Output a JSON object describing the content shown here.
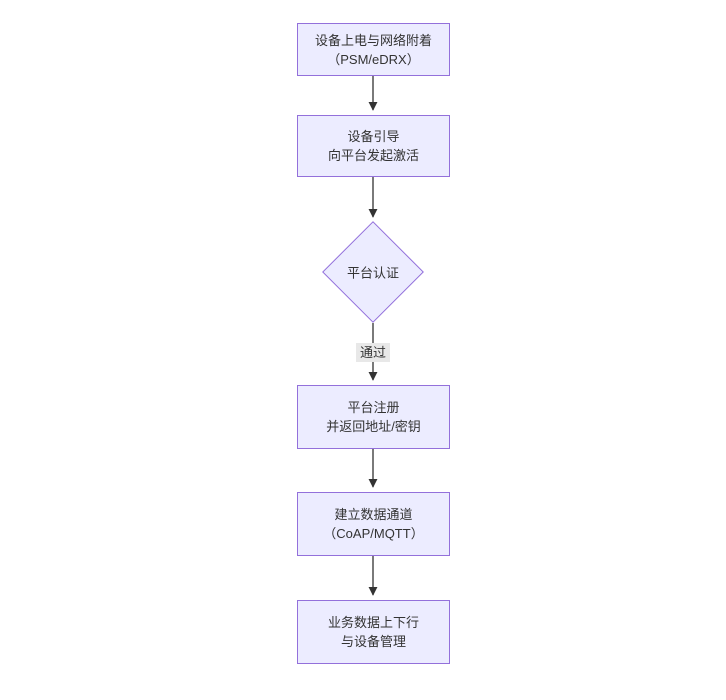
{
  "diagram": {
    "type": "flowchart",
    "direction": "top-down",
    "nodes": [
      {
        "id": "power-attach",
        "shape": "rect",
        "lines": [
          "设备上电与网络附着",
          "（PSM/eDRX）"
        ]
      },
      {
        "id": "bootstrap",
        "shape": "rect",
        "lines": [
          "设备引导",
          "向平台发起激活"
        ]
      },
      {
        "id": "platform-auth",
        "shape": "diamond",
        "lines": [
          "平台认证"
        ]
      },
      {
        "id": "platform-register",
        "shape": "rect",
        "lines": [
          "平台注册",
          "并返回地址/密钥"
        ]
      },
      {
        "id": "data-channel",
        "shape": "rect",
        "lines": [
          "建立数据通道",
          "（CoAP/MQTT）"
        ]
      },
      {
        "id": "business-data",
        "shape": "rect",
        "lines": [
          "业务数据上下行",
          "与设备管理"
        ]
      }
    ],
    "edges": [
      {
        "from": "power-attach",
        "to": "bootstrap",
        "label": ""
      },
      {
        "from": "bootstrap",
        "to": "platform-auth",
        "label": ""
      },
      {
        "from": "platform-auth",
        "to": "platform-register",
        "label": "通过"
      },
      {
        "from": "platform-register",
        "to": "data-channel",
        "label": ""
      },
      {
        "from": "data-channel",
        "to": "business-data",
        "label": ""
      }
    ],
    "colors": {
      "node_fill": "#ECECFF",
      "node_border": "#9370DB",
      "edge": "#333333",
      "edge_label_bg": "#e8e8e8",
      "text": "#333333",
      "background": "#ffffff"
    }
  }
}
